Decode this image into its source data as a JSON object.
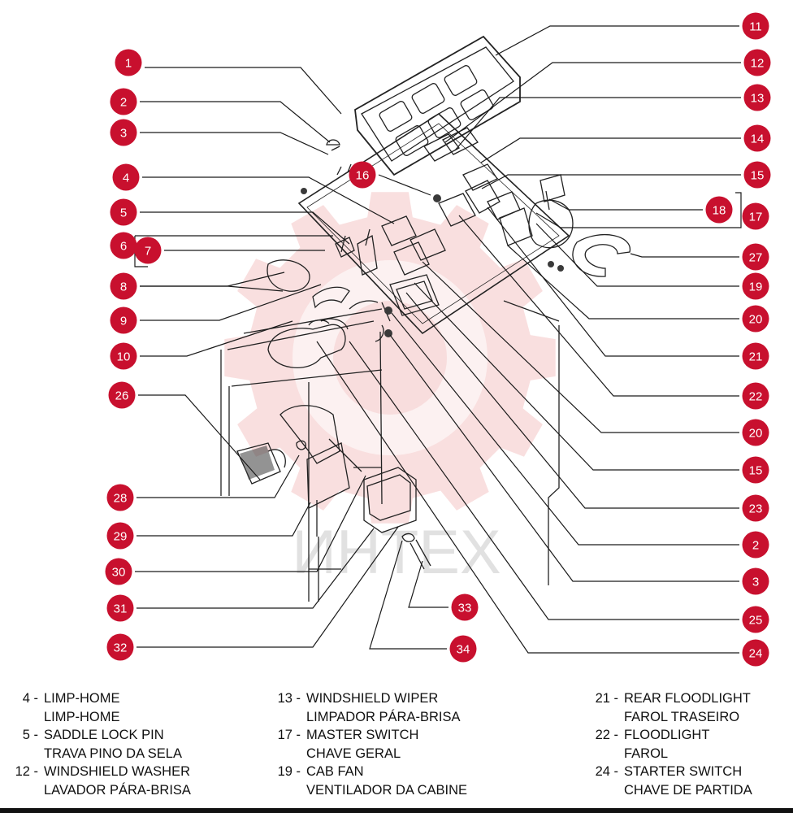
{
  "colors": {
    "callout": "#c8102e",
    "leader_line": "#1a1a1a",
    "drawing_line": "#222222",
    "watermark": "#f2b8b8",
    "watermark_text": "#bdbdbd"
  },
  "watermark": {
    "text": "ИНТЕХ"
  },
  "callouts": [
    {
      "label": "1"
    },
    {
      "label": "2"
    },
    {
      "label": "3"
    },
    {
      "label": "4"
    },
    {
      "label": "5"
    },
    {
      "label": "6"
    },
    {
      "label": "7"
    },
    {
      "label": "8"
    },
    {
      "label": "9"
    },
    {
      "label": "10"
    },
    {
      "label": "26"
    },
    {
      "label": "28"
    },
    {
      "label": "29"
    },
    {
      "label": "30"
    },
    {
      "label": "31"
    },
    {
      "label": "32"
    },
    {
      "label": "16"
    },
    {
      "label": "33"
    },
    {
      "label": "34"
    },
    {
      "label": "11"
    },
    {
      "label": "12"
    },
    {
      "label": "13"
    },
    {
      "label": "14"
    },
    {
      "label": "15"
    },
    {
      "label": "18"
    },
    {
      "label": "17"
    },
    {
      "label": "27"
    },
    {
      "label": "19"
    },
    {
      "label": "20"
    },
    {
      "label": "21"
    },
    {
      "label": "22"
    },
    {
      "label": "20"
    },
    {
      "label": "15"
    },
    {
      "label": "23"
    },
    {
      "label": "2"
    },
    {
      "label": "3"
    },
    {
      "label": "25"
    },
    {
      "label": "24"
    }
  ],
  "legend": {
    "columns": [
      {
        "entries": [
          {
            "number": "4 -",
            "english": "LIMP-HOME",
            "portuguese": "LIMP-HOME"
          },
          {
            "number": "5 -",
            "english": "SADDLE LOCK PIN",
            "portuguese": "TRAVA PINO DA SELA"
          },
          {
            "number": "12 -",
            "english": "WINDSHIELD WASHER",
            "portuguese": "LAVADOR PÁRA-BRISA"
          }
        ]
      },
      {
        "entries": [
          {
            "number": "13 -",
            "english": "WINDSHIELD WIPER",
            "portuguese": "LIMPADOR PÁRA-BRISA"
          },
          {
            "number": "17 -",
            "english": "MASTER SWITCH",
            "portuguese": "CHAVE GERAL"
          },
          {
            "number": "19 -",
            "english": "CAB FAN",
            "portuguese": "VENTILADOR DA CABINE"
          }
        ]
      },
      {
        "entries": [
          {
            "number": "21 -",
            "english": "REAR FLOODLIGHT",
            "portuguese": "FAROL TRASEIRO"
          },
          {
            "number": "22 -",
            "english": "FLOODLIGHT",
            "portuguese": "FAROL"
          },
          {
            "number": "24 -",
            "english": "STARTER SWITCH",
            "portuguese": "CHAVE DE PARTIDA"
          }
        ]
      }
    ]
  }
}
